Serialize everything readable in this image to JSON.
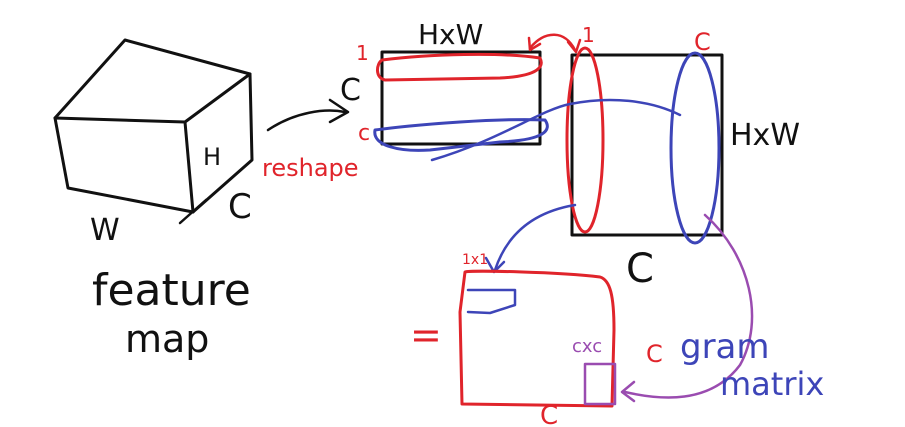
{
  "colors": {
    "black": "#111111",
    "red": "#e0242b",
    "blue": "#3d45b8",
    "purple": "#9a4cb0"
  },
  "labels": {
    "cube_h": "H",
    "cube_w": "W",
    "cube_c": "C",
    "feature": "feature",
    "map": "map",
    "reshape": "reshape",
    "matrix1_top": "HxW",
    "matrix1_side": "C",
    "row_index_1": "1",
    "row_index_c": "c",
    "matrix2_top_left": "1",
    "matrix2_top_right": "C",
    "matrix2_side": "HxW",
    "matrix2_bottom": "C",
    "result_equals": "=",
    "result_cell_1x1": "1x1",
    "result_cell_cxc": "cxc",
    "result_side": "C",
    "result_bottom": "C",
    "gram": "gram",
    "matrix": "matrix"
  }
}
